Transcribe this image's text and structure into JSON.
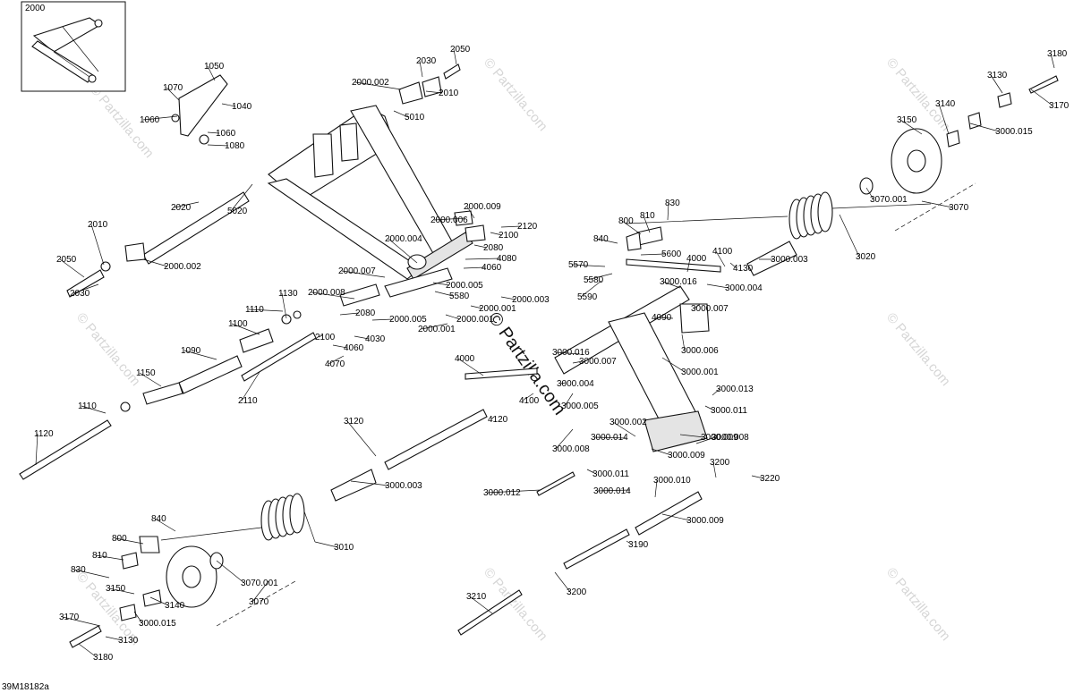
{
  "inset": {
    "label": "2000"
  },
  "figure_code": "39M18182a",
  "watermark": {
    "text": "© Partzilla.com",
    "center_text": "© Partzilla.com"
  },
  "callouts": [
    "2050",
    "2030",
    "2010",
    "2000.002",
    "5010",
    "1050",
    "1070",
    "1040",
    "1060",
    "1060",
    "1080",
    "5020",
    "2020",
    "2010",
    "2050",
    "2030",
    "2000.002",
    "2000.009",
    "2000.006",
    "2120",
    "2100",
    "2000.004",
    "2080",
    "4080",
    "4060",
    "2000.007",
    "2000.005",
    "5580",
    "2000.003",
    "2000.001",
    "2000.008",
    "1130",
    "1110",
    "1100",
    "2080",
    "2100",
    "4060",
    "4030",
    "2000.005",
    "2000.001",
    "2000.001",
    "4070",
    "1090",
    "1150",
    "2110",
    "1110",
    "1120",
    "3120",
    "3000.003",
    "840",
    "800",
    "810",
    "830",
    "3150",
    "3170",
    "3130",
    "3180",
    "3140",
    "3000.015",
    "3070.001",
    "3070",
    "3010",
    "3180",
    "3130",
    "3170",
    "3140",
    "3150",
    "3000.015",
    "3070.001",
    "3070",
    "3020",
    "3000.003",
    "830",
    "810",
    "800",
    "840",
    "5600",
    "4000",
    "4100",
    "4130",
    "5570",
    "5580",
    "5590",
    "3000.016",
    "3000.004",
    "4090",
    "3000.007",
    "3000.006",
    "3000.001",
    "3000.016",
    "3000.007",
    "4000",
    "3000.004",
    "4100",
    "3000.005",
    "4120",
    "3000.008",
    "3000.013",
    "3000.011",
    "3000.002",
    "3000.014",
    "3000.008",
    "3000.009",
    "3000.009",
    "3000.011",
    "3200",
    "3220",
    "3000.012",
    "3000.014",
    "3000.010",
    "3000.009",
    "3190",
    "3200",
    "3210"
  ]
}
